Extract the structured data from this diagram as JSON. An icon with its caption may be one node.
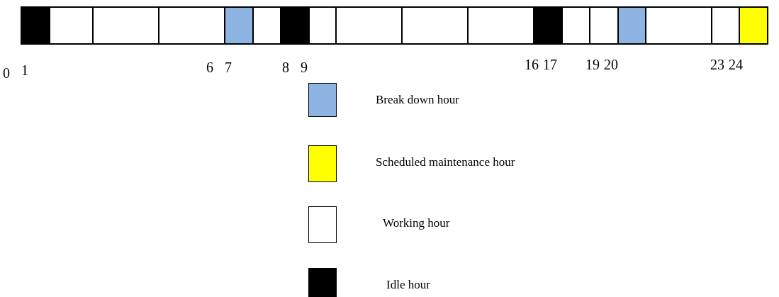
{
  "diagram": {
    "labels": [
      "0",
      "1",
      "6",
      "7",
      "8",
      "9",
      "16",
      "17",
      "19",
      "20",
      "23",
      "24"
    ],
    "legend": [
      {
        "text": "Break down hour",
        "color": "#8eb4e3"
      },
      {
        "text": "Scheduled maintenance hour",
        "color": "#ffff00"
      },
      {
        "text": "Working hour",
        "color": "#ffffff"
      },
      {
        "text": "Idle hour",
        "color": "#000000"
      }
    ]
  }
}
